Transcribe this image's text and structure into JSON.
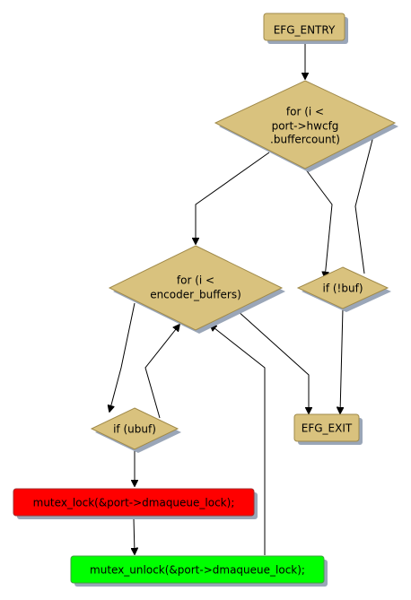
{
  "diagram": {
    "nodes": {
      "efg_entry": {
        "label": "EFG_ENTRY"
      },
      "for_outer": {
        "lines": [
          "for (i <",
          "port->hwcfg",
          ".buffercount)"
        ]
      },
      "for_inner": {
        "lines": [
          "for (i <",
          "encoder_buffers)"
        ]
      },
      "if_buf": {
        "label": "if (!buf)"
      },
      "if_ubuf": {
        "label": "if (ubuf)"
      },
      "efg_exit": {
        "label": "EFG_EXIT"
      },
      "mutex_lock": {
        "label": "mutex_lock(&port->dmaqueue_lock);"
      },
      "mutex_unlock": {
        "label": "mutex_unlock(&port->dmaqueue_lock);"
      }
    },
    "colors": {
      "node_fill": "#d9c27e",
      "node_stroke": "#a08a4a",
      "shadow": "#9aa6b8",
      "lock_fill": "#ff0000",
      "unlock_fill": "#00ff00"
    }
  }
}
